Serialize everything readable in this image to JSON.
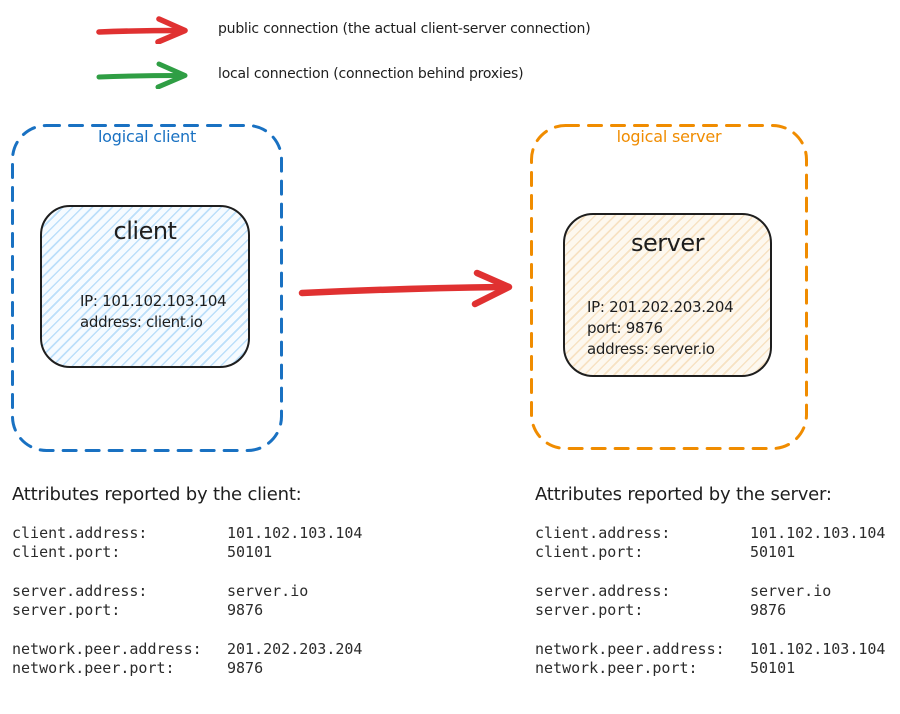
{
  "legend": {
    "items": [
      {
        "id": "public",
        "label": "public connection (the actual client-server connection)",
        "arrow_color": "#e03131"
      },
      {
        "id": "local",
        "label": "local connection (connection behind proxies)",
        "arrow_color": "#2f9e44"
      }
    ]
  },
  "diagram": {
    "logical_client": {
      "title": "logical client",
      "border_color": "#1971c2",
      "node": {
        "title": "client",
        "fill_tint": "#a5d8ff",
        "lines": [
          "IP: 101.102.103.104",
          "address: client.io"
        ]
      }
    },
    "logical_server": {
      "title": "logical server",
      "border_color": "#f08c00",
      "node": {
        "title": "server",
        "fill_tint": "#ffd8a8",
        "lines": [
          "IP: 201.202.203.204",
          "port: 9876",
          "address: server.io"
        ]
      }
    },
    "connection_arrow": {
      "type": "public connection",
      "color": "#e03131"
    }
  },
  "attributes": {
    "client": {
      "heading": "Attributes reported by the client:",
      "groups": [
        {
          "rows": [
            {
              "key": "client.address:",
              "value": "101.102.103.104"
            },
            {
              "key": "client.port:",
              "value": "50101"
            }
          ]
        },
        {
          "rows": [
            {
              "key": "server.address:",
              "value": "server.io"
            },
            {
              "key": "server.port:",
              "value": "9876"
            }
          ]
        },
        {
          "rows": [
            {
              "key": "network.peer.address:",
              "value": "201.202.203.204"
            },
            {
              "key": "network.peer.port:",
              "value": "9876"
            }
          ]
        }
      ]
    },
    "server": {
      "heading": "Attributes reported by the server:",
      "groups": [
        {
          "rows": [
            {
              "key": "client.address:",
              "value": "101.102.103.104"
            },
            {
              "key": "client.port:",
              "value": "50101"
            }
          ]
        },
        {
          "rows": [
            {
              "key": "server.address:",
              "value": "server.io"
            },
            {
              "key": "server.port:",
              "value": "9876"
            }
          ]
        },
        {
          "rows": [
            {
              "key": "network.peer.address:",
              "value": "101.102.103.104"
            },
            {
              "key": "network.peer.port:",
              "value": "50101"
            }
          ]
        }
      ]
    }
  }
}
